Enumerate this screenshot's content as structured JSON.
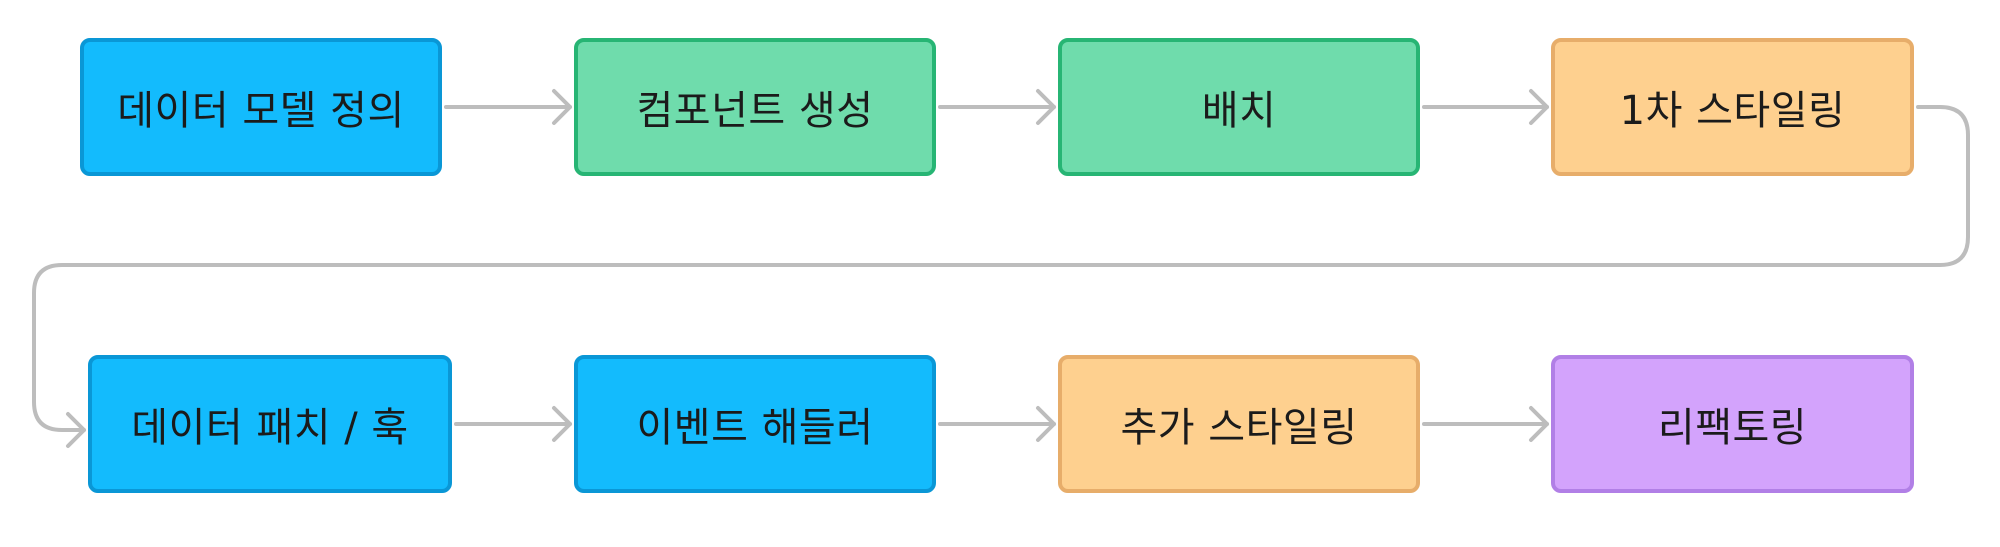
{
  "palette": {
    "blue": {
      "fill": "#13bbfd",
      "stroke": "#0a97d6"
    },
    "green": {
      "fill": "#6fdcac",
      "stroke": "#27b574"
    },
    "orange": {
      "fill": "#fed08f",
      "stroke": "#e7ad6a"
    },
    "purple": {
      "fill": "#d3a3fc",
      "stroke": "#b17fe6"
    },
    "connector": "#bdbdbd"
  },
  "steps": [
    {
      "id": "define-data-model",
      "label": "데이터 모델 정의",
      "color": "blue"
    },
    {
      "id": "create-components",
      "label": "컴포넌트 생성",
      "color": "green"
    },
    {
      "id": "layout",
      "label": "배치",
      "color": "green"
    },
    {
      "id": "first-styling",
      "label": "1차 스타일링",
      "color": "orange"
    },
    {
      "id": "data-patch-hook",
      "label": "데이터 패치 / 훅",
      "color": "blue"
    },
    {
      "id": "event-handlers",
      "label": "이벤트 해들러",
      "color": "blue"
    },
    {
      "id": "additional-styling",
      "label": "추가 스타일링",
      "color": "orange"
    },
    {
      "id": "refactoring",
      "label": "리팩토링",
      "color": "purple"
    }
  ],
  "flow": [
    [
      "define-data-model",
      "create-components"
    ],
    [
      "create-components",
      "layout"
    ],
    [
      "layout",
      "first-styling"
    ],
    [
      "first-styling",
      "data-patch-hook"
    ],
    [
      "data-patch-hook",
      "event-handlers"
    ],
    [
      "event-handlers",
      "additional-styling"
    ],
    [
      "additional-styling",
      "refactoring"
    ]
  ]
}
